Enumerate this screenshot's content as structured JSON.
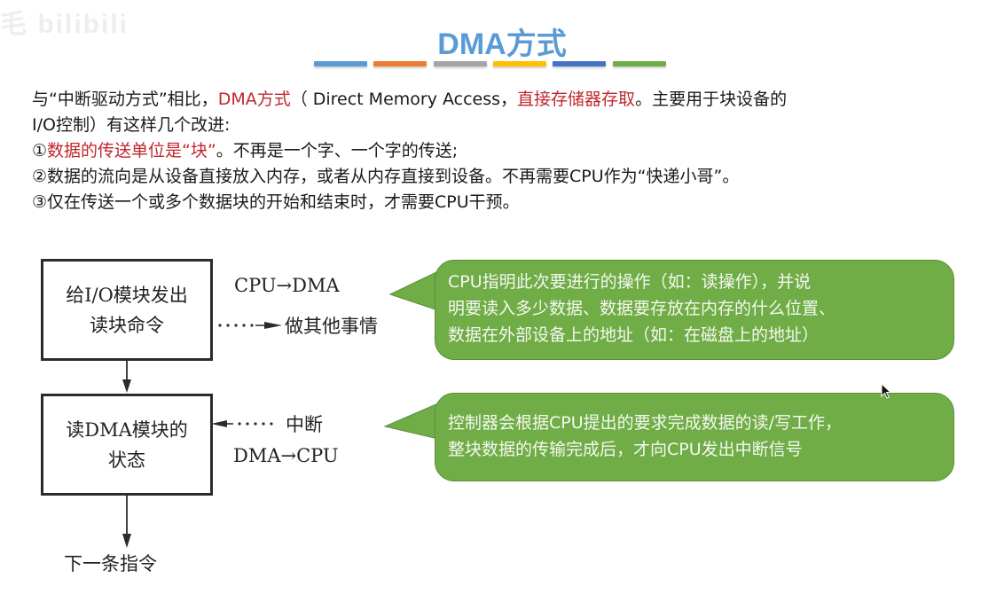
{
  "watermark": "毛 bilibili",
  "title": "DMA方式",
  "title_bar_colors": [
    "#5b9bd5",
    "#ed7d31",
    "#a5a5a5",
    "#ffc000",
    "#4472c4",
    "#70ad47"
  ],
  "intro": {
    "line1_a": "与“中断驱动方式”相比，",
    "line1_b_red": "DMA方式",
    "line1_c": "（ Direct Memory Access，",
    "line1_d_red": "直接存储器存取",
    "line1_e": "。主要用于块设备的",
    "line2": "I/O控制）有这样几个改进:",
    "point1_num": "①",
    "point1_red": "数据的传送单位是“块”",
    "point1_rest": "。不再是一个字、一个字的传送;",
    "point2": "②数据的流向是从设备直接放入内存，或者从内存直接到设备。不再需要CPU作为“快递小哥”。",
    "point3": "③仅在传送一个或多个数据块的开始和结束时，才需要CPU干预。"
  },
  "diagram": {
    "box1_line1": "给I/O模块发出",
    "box1_line2": "读块命令",
    "box2_line1": "读DMA模块的",
    "box2_line2": "状态",
    "label_cpu_dma": "CPU→DMA",
    "label_other": "做其他事情",
    "label_interrupt": "中断",
    "label_dma_cpu": "DMA→CPU",
    "label_next": "下一条指令"
  },
  "callouts": {
    "bubble1": [
      "CPU指明此次要进行的操作（如：读操作），并说",
      "明要读入多少数据、数据要存放在内存的什么位置、",
      "数据在外部设备上的地址（如：在磁盘上的地址）"
    ],
    "bubble2": [
      "控制器会根据CPU提出的要求完成数据的读/写工作，",
      "整块数据的传输完成后，才向CPU发出中断信号"
    ],
    "color": "#70ad47"
  }
}
